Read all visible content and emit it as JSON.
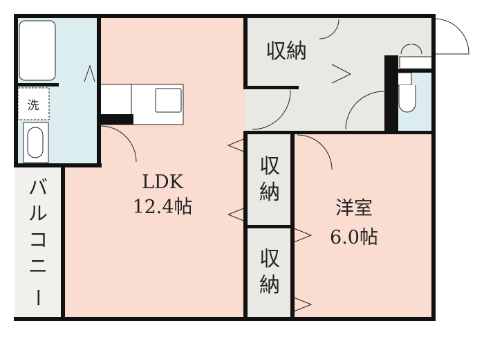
{
  "rooms": {
    "ldk": {
      "name": "LDK",
      "size": "12.4帖"
    },
    "western_room": {
      "name": "洋室",
      "size": "6.0帖"
    },
    "storage_top": {
      "name": "収納"
    },
    "storage_mid": {
      "name_1": "収",
      "name_2": "納"
    },
    "storage_low": {
      "name_1": "収",
      "name_2": "納"
    },
    "balcony": {
      "chars": [
        "バ",
        "ル",
        "コ",
        "ニ",
        "ー"
      ]
    },
    "washer": {
      "label": "洗"
    }
  },
  "colors": {
    "living": "#fbdcd0",
    "storage": "#e9e8e2",
    "wet": "#dcedf0",
    "wall": "#111111"
  }
}
